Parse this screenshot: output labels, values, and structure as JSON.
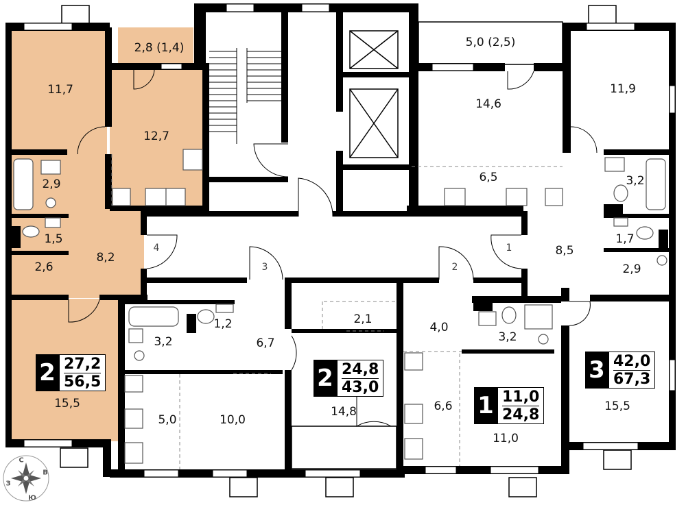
{
  "colors": {
    "apartment_fill": "#f0c49a",
    "wall": "#000000",
    "fixture": "#555555"
  },
  "rooms": [
    {
      "id": "r1",
      "label": "11,7"
    },
    {
      "id": "r2",
      "label": "2,8 (1,4)"
    },
    {
      "id": "r3",
      "label": "12,7"
    },
    {
      "id": "r4",
      "label": "2,9"
    },
    {
      "id": "r5",
      "label": "1,5"
    },
    {
      "id": "r6",
      "label": "2,6"
    },
    {
      "id": "r7",
      "label": "8,2"
    },
    {
      "id": "r8",
      "label": "15,5"
    },
    {
      "id": "r9",
      "label": "5,0 (2,5)"
    },
    {
      "id": "r10",
      "label": "14,6"
    },
    {
      "id": "r11",
      "label": "6,5"
    },
    {
      "id": "r12",
      "label": "11,9"
    },
    {
      "id": "r13",
      "label": "3,2"
    },
    {
      "id": "r14",
      "label": "1,7"
    },
    {
      "id": "r15",
      "label": "8,5"
    },
    {
      "id": "r16",
      "label": "2,9"
    },
    {
      "id": "r17",
      "label": "1,2"
    },
    {
      "id": "r18",
      "label": "3,2"
    },
    {
      "id": "r19",
      "label": "6,7"
    },
    {
      "id": "r20",
      "label": "2,1"
    },
    {
      "id": "r21",
      "label": "4,0"
    },
    {
      "id": "r22",
      "label": "3,2"
    },
    {
      "id": "r23",
      "label": "5,0"
    },
    {
      "id": "r24",
      "label": "10,0"
    },
    {
      "id": "r25",
      "label": "14,8"
    },
    {
      "id": "r26",
      "label": "6,6"
    },
    {
      "id": "r27",
      "label": "11,0"
    },
    {
      "id": "r28",
      "label": "15,5"
    }
  ],
  "entrances": [
    "4",
    "3",
    "2",
    "1"
  ],
  "apartments": [
    {
      "rooms": "2",
      "living_area": "27,2",
      "total_area": "56,5"
    },
    {
      "rooms": "2",
      "living_area": "24,8",
      "total_area": "43,0"
    },
    {
      "rooms": "1",
      "living_area": "11,0",
      "total_area": "24,8"
    },
    {
      "rooms": "3",
      "living_area": "42,0",
      "total_area": "67,3"
    }
  ],
  "compass": {
    "n": "С",
    "e": "В",
    "s": "Ю",
    "w": "З"
  }
}
